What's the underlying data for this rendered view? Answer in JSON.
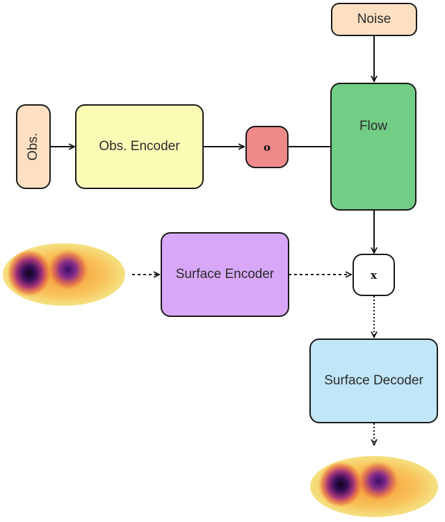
{
  "nodes": {
    "noise": "Noise",
    "flow": "Flow",
    "obs": "Obs.",
    "obs_encoder": "Obs. Encoder",
    "o_variable": "o",
    "surface_encoder": "Surface Encoder",
    "x_variable": "x",
    "surface_decoder": "Surface Decoder"
  },
  "colors": {
    "noise_fill": "#fde0c2",
    "obs_fill": "#fde0c2",
    "obs_encoder_fill": "#fafbb5",
    "o_fill": "#ee8a8a",
    "flow_fill": "#72cd85",
    "surface_encoder_fill": "#d8a7f7",
    "x_fill": "#ffffff",
    "surface_decoder_fill": "#c0e6f7"
  }
}
